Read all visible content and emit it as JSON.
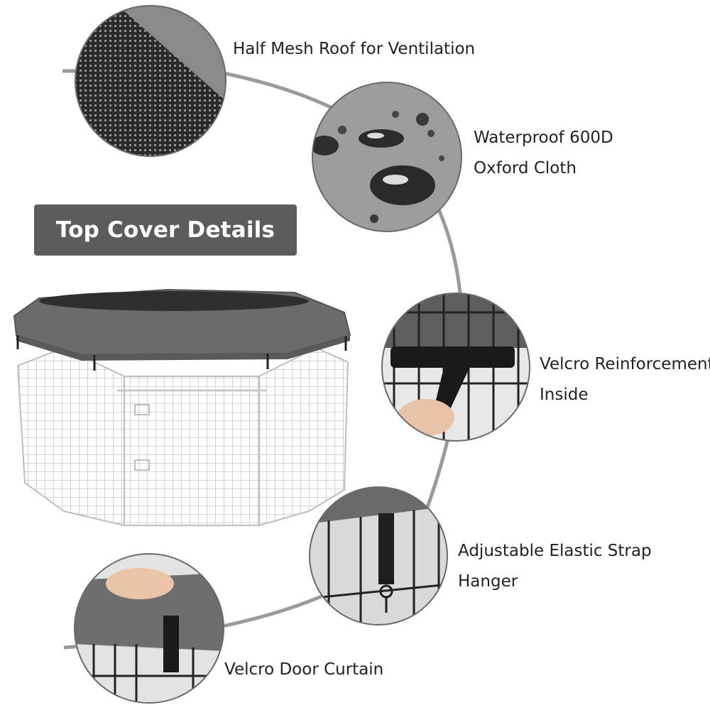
{
  "badge": {
    "text": "Top Cover Details"
  },
  "features": [
    {
      "line1": "Half Mesh Roof for Ventilation",
      "line2": "",
      "icon": "mesh-roof-detail"
    },
    {
      "line1": "Waterproof 600D",
      "line2": "Oxford Cloth",
      "icon": "waterproof-fabric-detail"
    },
    {
      "line1": "Velcro Reinforcement",
      "line2": "Inside",
      "icon": "velcro-reinforcement-detail"
    },
    {
      "line1": "Adjustable Elastic Strap",
      "line2": "Hanger",
      "icon": "elastic-strap-detail"
    },
    {
      "line1": "Velcro Door Curtain",
      "line2": "",
      "icon": "velcro-door-detail"
    }
  ],
  "colors": {
    "badge": "#5c5c5c",
    "connector": "#9a9a9a",
    "fabric": "#6e6e6e",
    "wire": "#cfcfcf"
  }
}
